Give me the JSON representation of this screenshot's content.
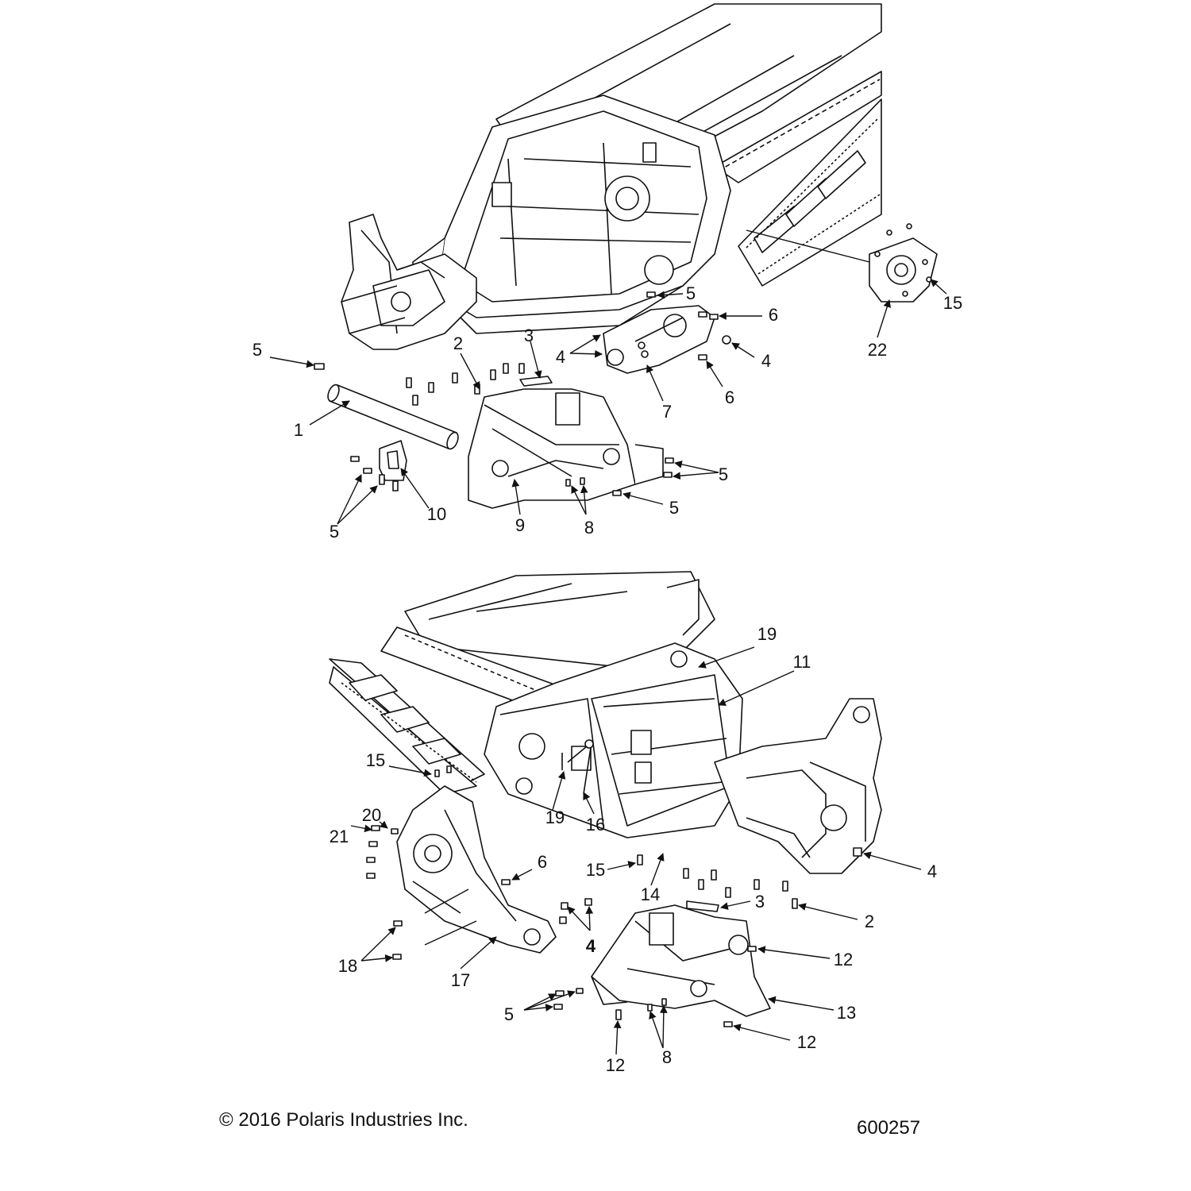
{
  "footer": {
    "copyright": "© 2016 Polaris Industries Inc.",
    "figure_number": "600257"
  },
  "callouts": {
    "top": [
      {
        "id": "t-5a",
        "text": "5"
      },
      {
        "id": "t-6a",
        "text": "6"
      },
      {
        "id": "t-4a",
        "text": "4"
      },
      {
        "id": "t-4b",
        "text": "4"
      },
      {
        "id": "t-6b",
        "text": "6"
      },
      {
        "id": "t-7",
        "text": "7"
      },
      {
        "id": "t-15",
        "text": "15"
      },
      {
        "id": "t-22",
        "text": "22"
      },
      {
        "id": "t-5b",
        "text": "5"
      },
      {
        "id": "t-2",
        "text": "2"
      },
      {
        "id": "t-3",
        "text": "3"
      },
      {
        "id": "t-1",
        "text": "1"
      },
      {
        "id": "t-5c",
        "text": "5"
      },
      {
        "id": "t-5d",
        "text": "5"
      },
      {
        "id": "t-10",
        "text": "10"
      },
      {
        "id": "t-9",
        "text": "9"
      },
      {
        "id": "t-8",
        "text": "8"
      },
      {
        "id": "t-5e",
        "text": "5"
      }
    ],
    "bottom": [
      {
        "id": "b-19a",
        "text": "19"
      },
      {
        "id": "b-11",
        "text": "11"
      },
      {
        "id": "b-15a",
        "text": "15"
      },
      {
        "id": "b-20",
        "text": "20"
      },
      {
        "id": "b-21",
        "text": "21"
      },
      {
        "id": "b-19b",
        "text": "19"
      },
      {
        "id": "b-16",
        "text": "16"
      },
      {
        "id": "b-6",
        "text": "6"
      },
      {
        "id": "b-15b",
        "text": "15"
      },
      {
        "id": "b-14",
        "text": "14"
      },
      {
        "id": "b-4a",
        "text": "4"
      },
      {
        "id": "b-3",
        "text": "3"
      },
      {
        "id": "b-2",
        "text": "2"
      },
      {
        "id": "b-4b",
        "text": "4"
      },
      {
        "id": "b-18",
        "text": "18"
      },
      {
        "id": "b-17",
        "text": "17"
      },
      {
        "id": "b-12a",
        "text": "12"
      },
      {
        "id": "b-5",
        "text": "5"
      },
      {
        "id": "b-13",
        "text": "13"
      },
      {
        "id": "b-12b",
        "text": "12"
      },
      {
        "id": "b-12c",
        "text": "12"
      },
      {
        "id": "b-8",
        "text": "8"
      }
    ]
  }
}
